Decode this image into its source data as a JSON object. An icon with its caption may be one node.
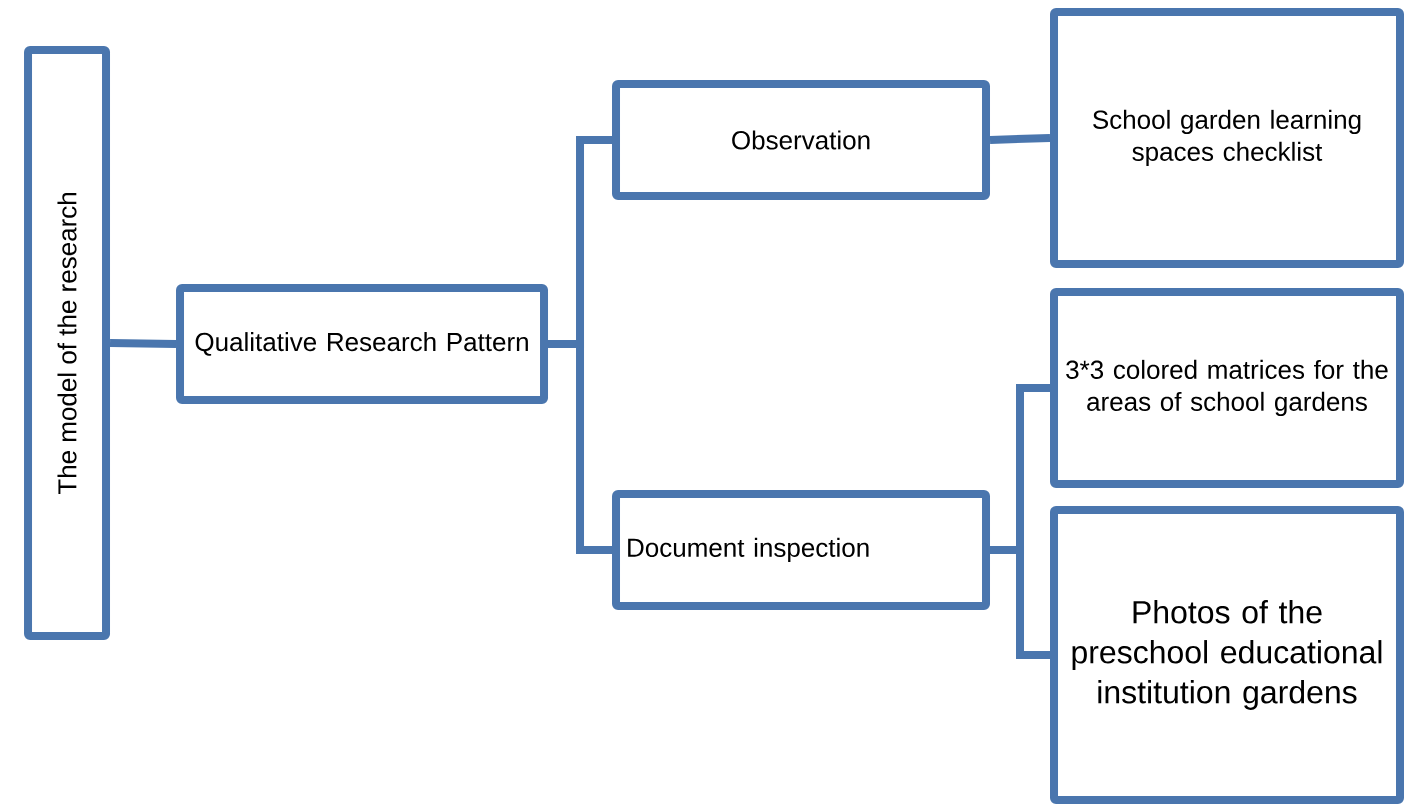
{
  "diagram": {
    "nodes": [
      {
        "text": [
          "The model of the research"
        ]
      },
      {
        "text": [
          "Qualitative Research Pattern"
        ]
      },
      {
        "text": [
          "Observation"
        ]
      },
      {
        "text": [
          "Document inspection"
        ]
      },
      {
        "text": [
          "School garden learning spaces checklist"
        ]
      },
      {
        "text": [
          "3*3 colored matrices for the areas of school gardens"
        ]
      },
      {
        "text": [
          "Photos of the preschool educational institution gardens"
        ]
      }
    ],
    "edges": [
      {
        "from": 0,
        "to": 1,
        "arrow": "none"
      },
      {
        "from": 1,
        "to": 2,
        "arrow": "none"
      },
      {
        "from": 1,
        "to": 3,
        "arrow": "none"
      },
      {
        "from": 2,
        "to": 4,
        "arrow": "none"
      },
      {
        "from": 3,
        "to": 5,
        "arrow": "none"
      },
      {
        "from": 3,
        "to": 6,
        "arrow": "none"
      }
    ]
  }
}
